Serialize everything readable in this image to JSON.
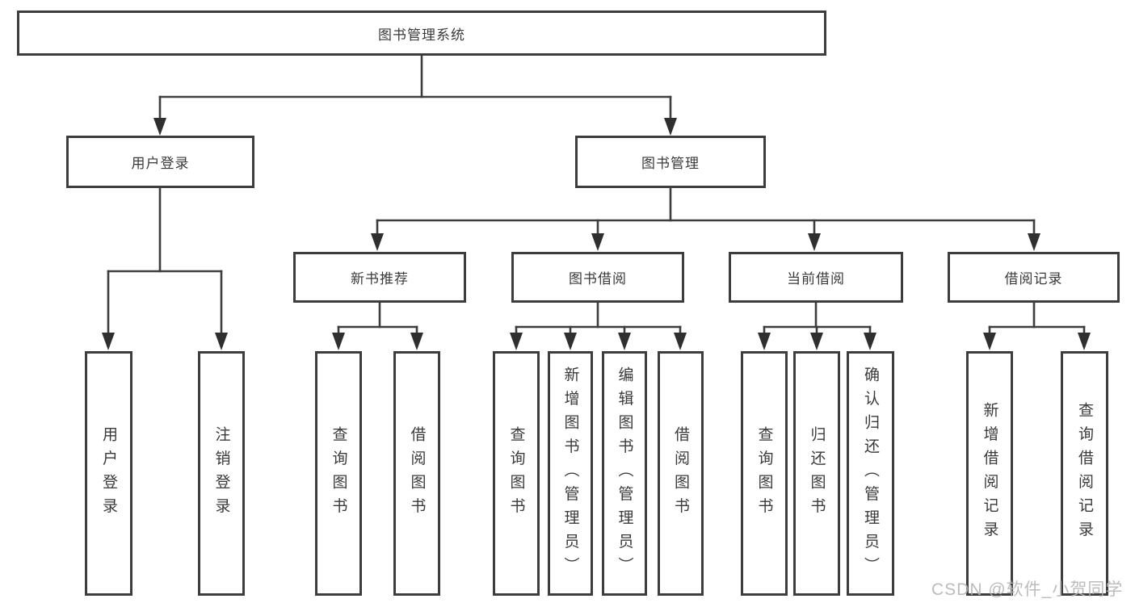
{
  "diagram_title": "图书管理系统",
  "colors": {
    "line": "#3d3d3d",
    "box_border": "#3d3d3d",
    "box_background": "#ffffff",
    "text": "#3a3a3a",
    "watermark": "#b5b5b5"
  },
  "tree": {
    "root": "图书管理系统",
    "level2": [
      "用户登录",
      "图书管理"
    ],
    "level3": [
      "新书推荐",
      "图书借阅",
      "当前借阅",
      "借阅记录"
    ],
    "level4": {
      "user_login": [
        "用户登录",
        "注销登录"
      ],
      "new_book_recommend": [
        "查询图书",
        "借阅图书"
      ],
      "book_borrow": [
        "查询图书",
        "新增图书（管理员）",
        "编辑图书（管理员）",
        "借阅图书"
      ],
      "current_borrow": [
        "查询图书",
        "归还图书",
        "确认归还（管理员）"
      ],
      "borrow_records": [
        "新增借阅记录",
        "查询借阅记录"
      ]
    }
  },
  "watermark": "CSDN @软件_小贺同学"
}
